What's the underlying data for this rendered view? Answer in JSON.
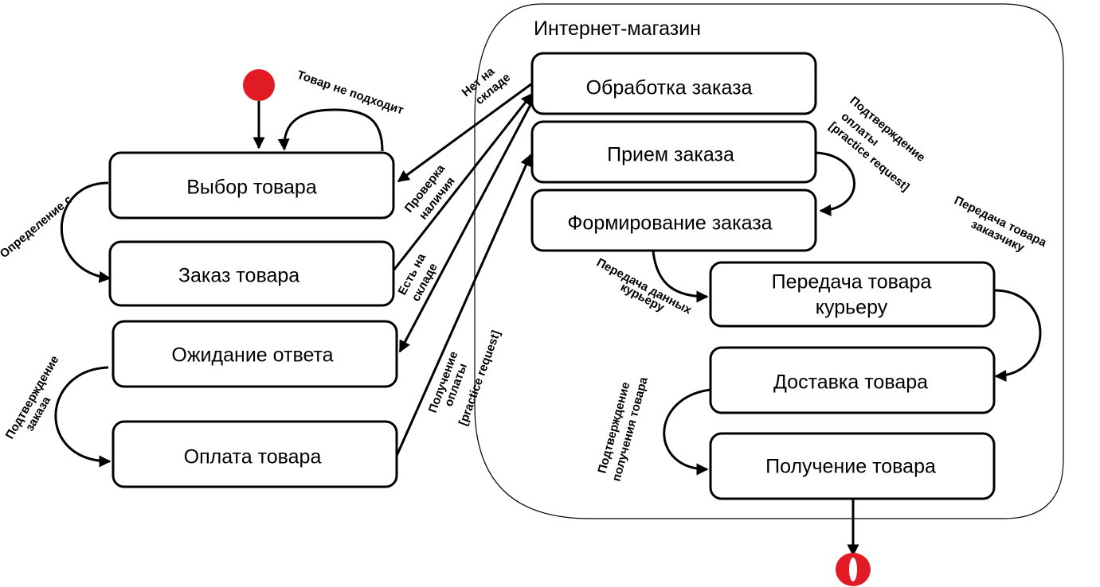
{
  "container": {
    "title": "Интернет-магазин"
  },
  "states": {
    "vybor": "Выбор товара",
    "zakaz": "Заказ товара",
    "ozhidanie": "Ожидание ответа",
    "oplata": "Оплата товара",
    "obrabotka": "Обработка заказа",
    "priem": "Прием заказа",
    "formirovanie": "Формирование заказа",
    "peredacha_line1": "Передача товара",
    "peredacha_line2": "курьеру",
    "dostavka": "Доставка товара",
    "poluchenie": "Получение товара"
  },
  "transitions": {
    "tovar_ne_podhodit": "Товар не подходит",
    "opredelenie": "Определение с",
    "podtverzhdenie_zakaza_1": "Подтверждение",
    "podtverzhdenie_zakaza_2": "заказа",
    "net_na_sklade_1": "Нет на",
    "net_na_sklade_2": "складе",
    "proverka_1": "Проверка",
    "proverka_2": "наличия",
    "est_na_sklade_1": "Есть на",
    "est_na_sklade_2": "складе",
    "poluchenie_oplaty_1": "Получение",
    "poluchenie_oplaty_2": "оплаты",
    "poluchenie_oplaty_3": "[practice request]",
    "podtv_oplaty_1": "Подтверждение",
    "podtv_oplaty_2": "оплаты",
    "podtv_oplaty_3": "[practice request]",
    "peredacha_dannyh_1": "Передача данных",
    "peredacha_dannyh_2": "курьеру",
    "peredacha_zakazchiku_1": "Передача товара",
    "peredacha_zakazchiku_2": "заказчику",
    "podtv_polucheniya_1": "Подтверждение",
    "podtv_polucheniya_2": "получения товара"
  },
  "colors": {
    "initial": "#e01b24",
    "final": "#e01b24",
    "stroke": "#000000"
  }
}
